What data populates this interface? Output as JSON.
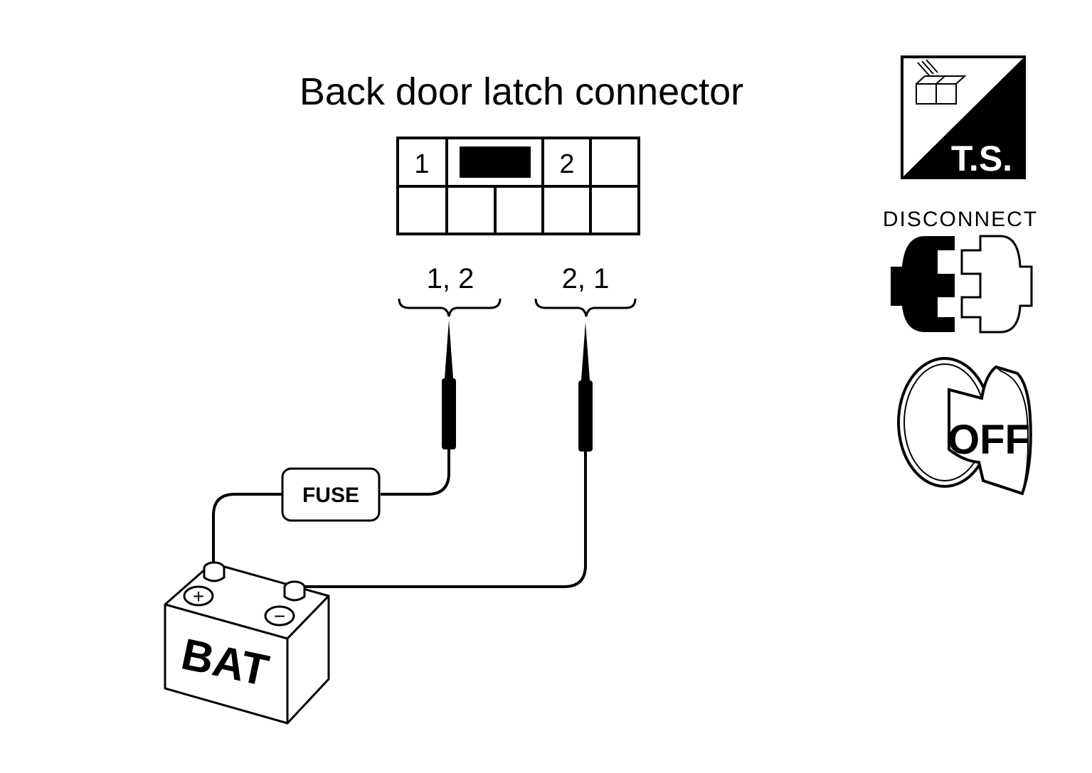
{
  "title": "Back door latch connector",
  "connector": {
    "pin_1": "1",
    "pin_2": "2"
  },
  "probe_labels": {
    "left": "1, 2",
    "right": "2, 1"
  },
  "fuse_label": "FUSE",
  "battery": {
    "label": "BAT",
    "positive_symbol": "+",
    "negative_symbol": "−"
  },
  "icons": {
    "ts_label": "T.S.",
    "disconnect_label": "DISCONNECT",
    "ignition_label": "OFF"
  }
}
